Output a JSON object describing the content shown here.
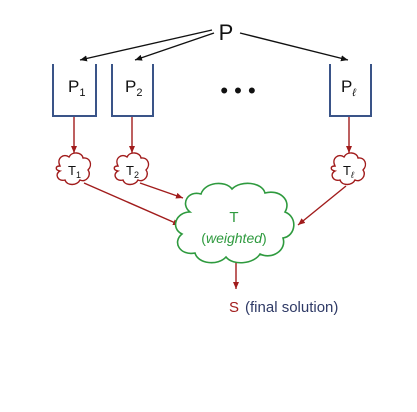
{
  "diagram": {
    "root_label": "P",
    "partitions": [
      {
        "label": "P",
        "sub": "1"
      },
      {
        "label": "P",
        "sub": "2"
      },
      {
        "label": "P",
        "sub": "ℓ"
      }
    ],
    "ellipsis": "• • •",
    "partial_results": [
      {
        "label": "T",
        "sub": "1"
      },
      {
        "label": "T",
        "sub": "2"
      },
      {
        "label": "T",
        "sub": "ℓ"
      }
    ],
    "merge_title": "T",
    "merge_note_open": "(",
    "merge_note": "weighted",
    "merge_note_close": ")",
    "final_symbol": "S",
    "final_text": "(final solution)"
  },
  "colors": {
    "black_arrow": "#111111",
    "bucket_stroke": "#3a5488",
    "red": "#a11c1c",
    "green": "#2e9a3e",
    "label_blue": "#2f3a66"
  }
}
